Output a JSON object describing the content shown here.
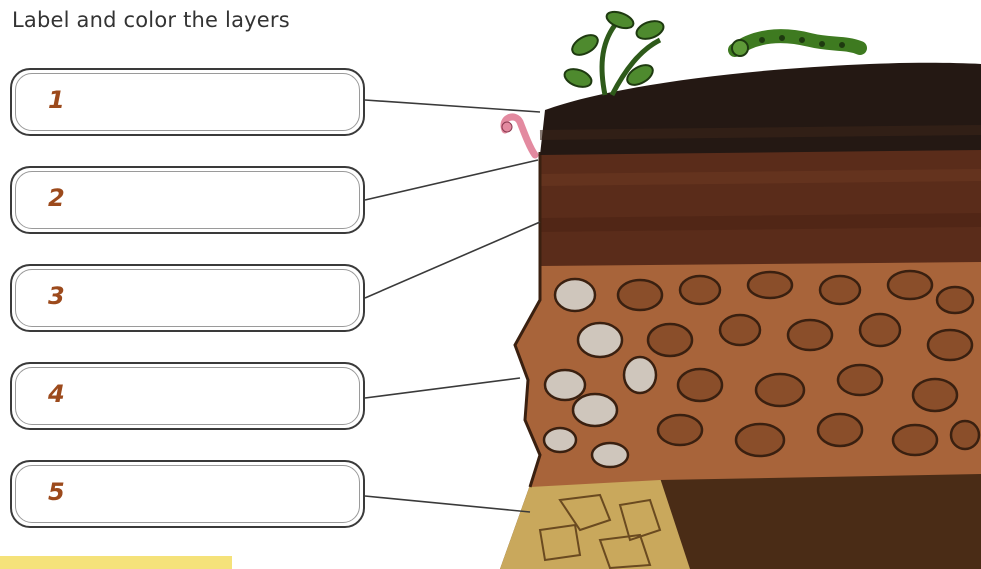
{
  "title": "Label and color the layers",
  "labels": [
    {
      "number": "1"
    },
    {
      "number": "2"
    },
    {
      "number": "3"
    },
    {
      "number": "4"
    },
    {
      "number": "5"
    }
  ],
  "colors": {
    "topsoil": "#241813",
    "subsoil": "#5a2c1a",
    "weathered_rock": "#a8643a",
    "rock_fragments": "#8a4e2a",
    "bedrock_left": "#c9a85c",
    "bedrock_right": "#4a2c16",
    "label_number": "#9c4a1c",
    "footer_bar": "#f5e27a"
  },
  "icons": [
    "plant-icon",
    "caterpillar-icon",
    "earthworm-icon"
  ]
}
